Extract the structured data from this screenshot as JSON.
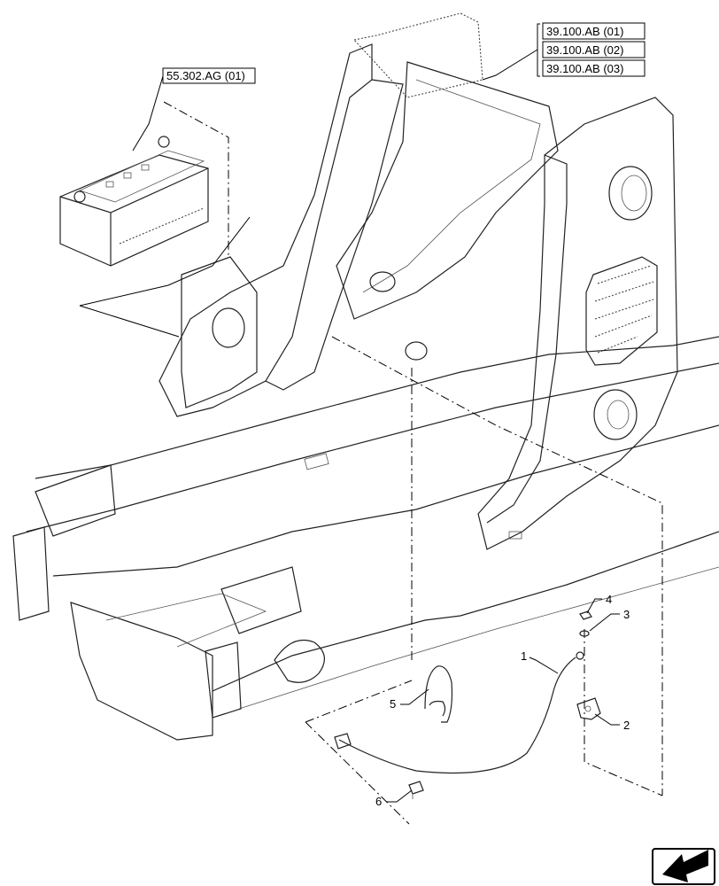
{
  "references": {
    "battery_ref": "55.302.AG (01)",
    "frame_refs": [
      "39.100.AB (01)",
      "39.100.AB (02)",
      "39.100.AB (03)"
    ]
  },
  "callouts": [
    "1",
    "2",
    "3",
    "4",
    "5",
    "6"
  ],
  "icons": {
    "corner": "navigation-arrow-icon"
  }
}
